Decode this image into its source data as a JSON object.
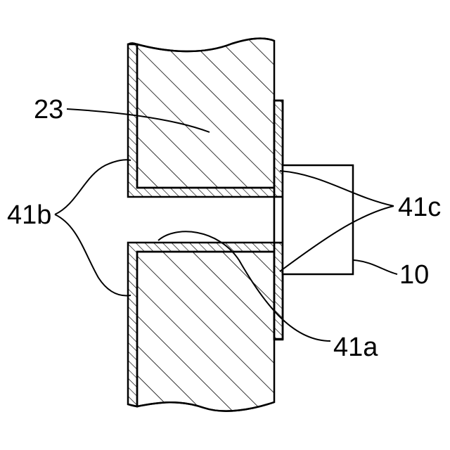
{
  "labels": {
    "part_23": "23",
    "part_41b": "41b",
    "part_41c": "41c",
    "part_10": "10",
    "part_41a": "41a"
  },
  "colors": {
    "ink": "#000000",
    "paper": "#ffffff"
  }
}
